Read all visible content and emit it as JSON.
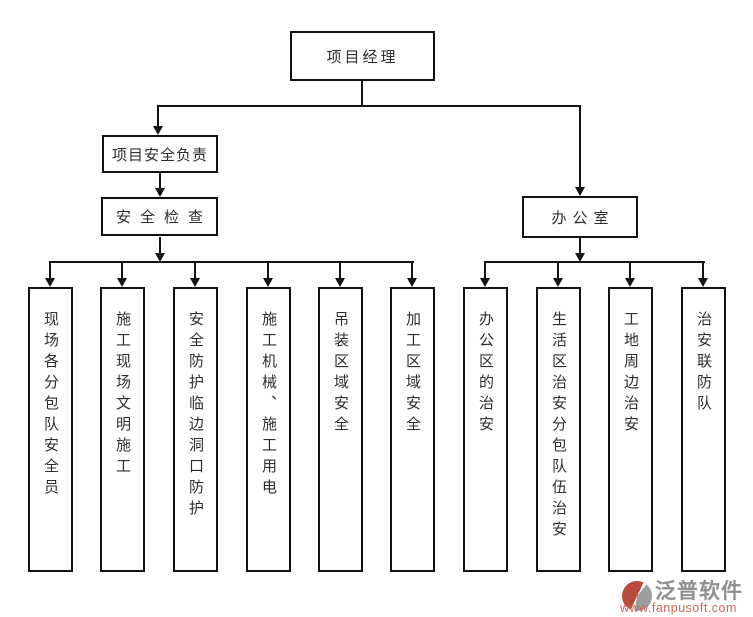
{
  "page": {
    "background_color": "#ffffff",
    "line_color": "#141414",
    "text_color": "#2e2e2e"
  },
  "org_chart": {
    "root": "项目经理",
    "left_branch": {
      "manager": "项目安全负责",
      "sub_manager": "安全检查",
      "children": [
        "现场各分包队安全员",
        "施工现场文明施工",
        "安全防护临边洞口防护",
        "施工机械、施工用电",
        "吊装区域安全",
        "加工区域安全"
      ]
    },
    "right_branch": {
      "manager": "办公室",
      "children": [
        "办公区的治安",
        "生活区治安分包队伍治安",
        "工地周边治安",
        "治安联防队"
      ]
    }
  },
  "watermark": {
    "brand": "泛普软件",
    "url": "www.fanpusoft.com",
    "brand_color": "#8f8f8f",
    "url_color": "#cb6a55",
    "logo_red": "#b84b3c",
    "logo_gray": "#9e9e9e"
  }
}
